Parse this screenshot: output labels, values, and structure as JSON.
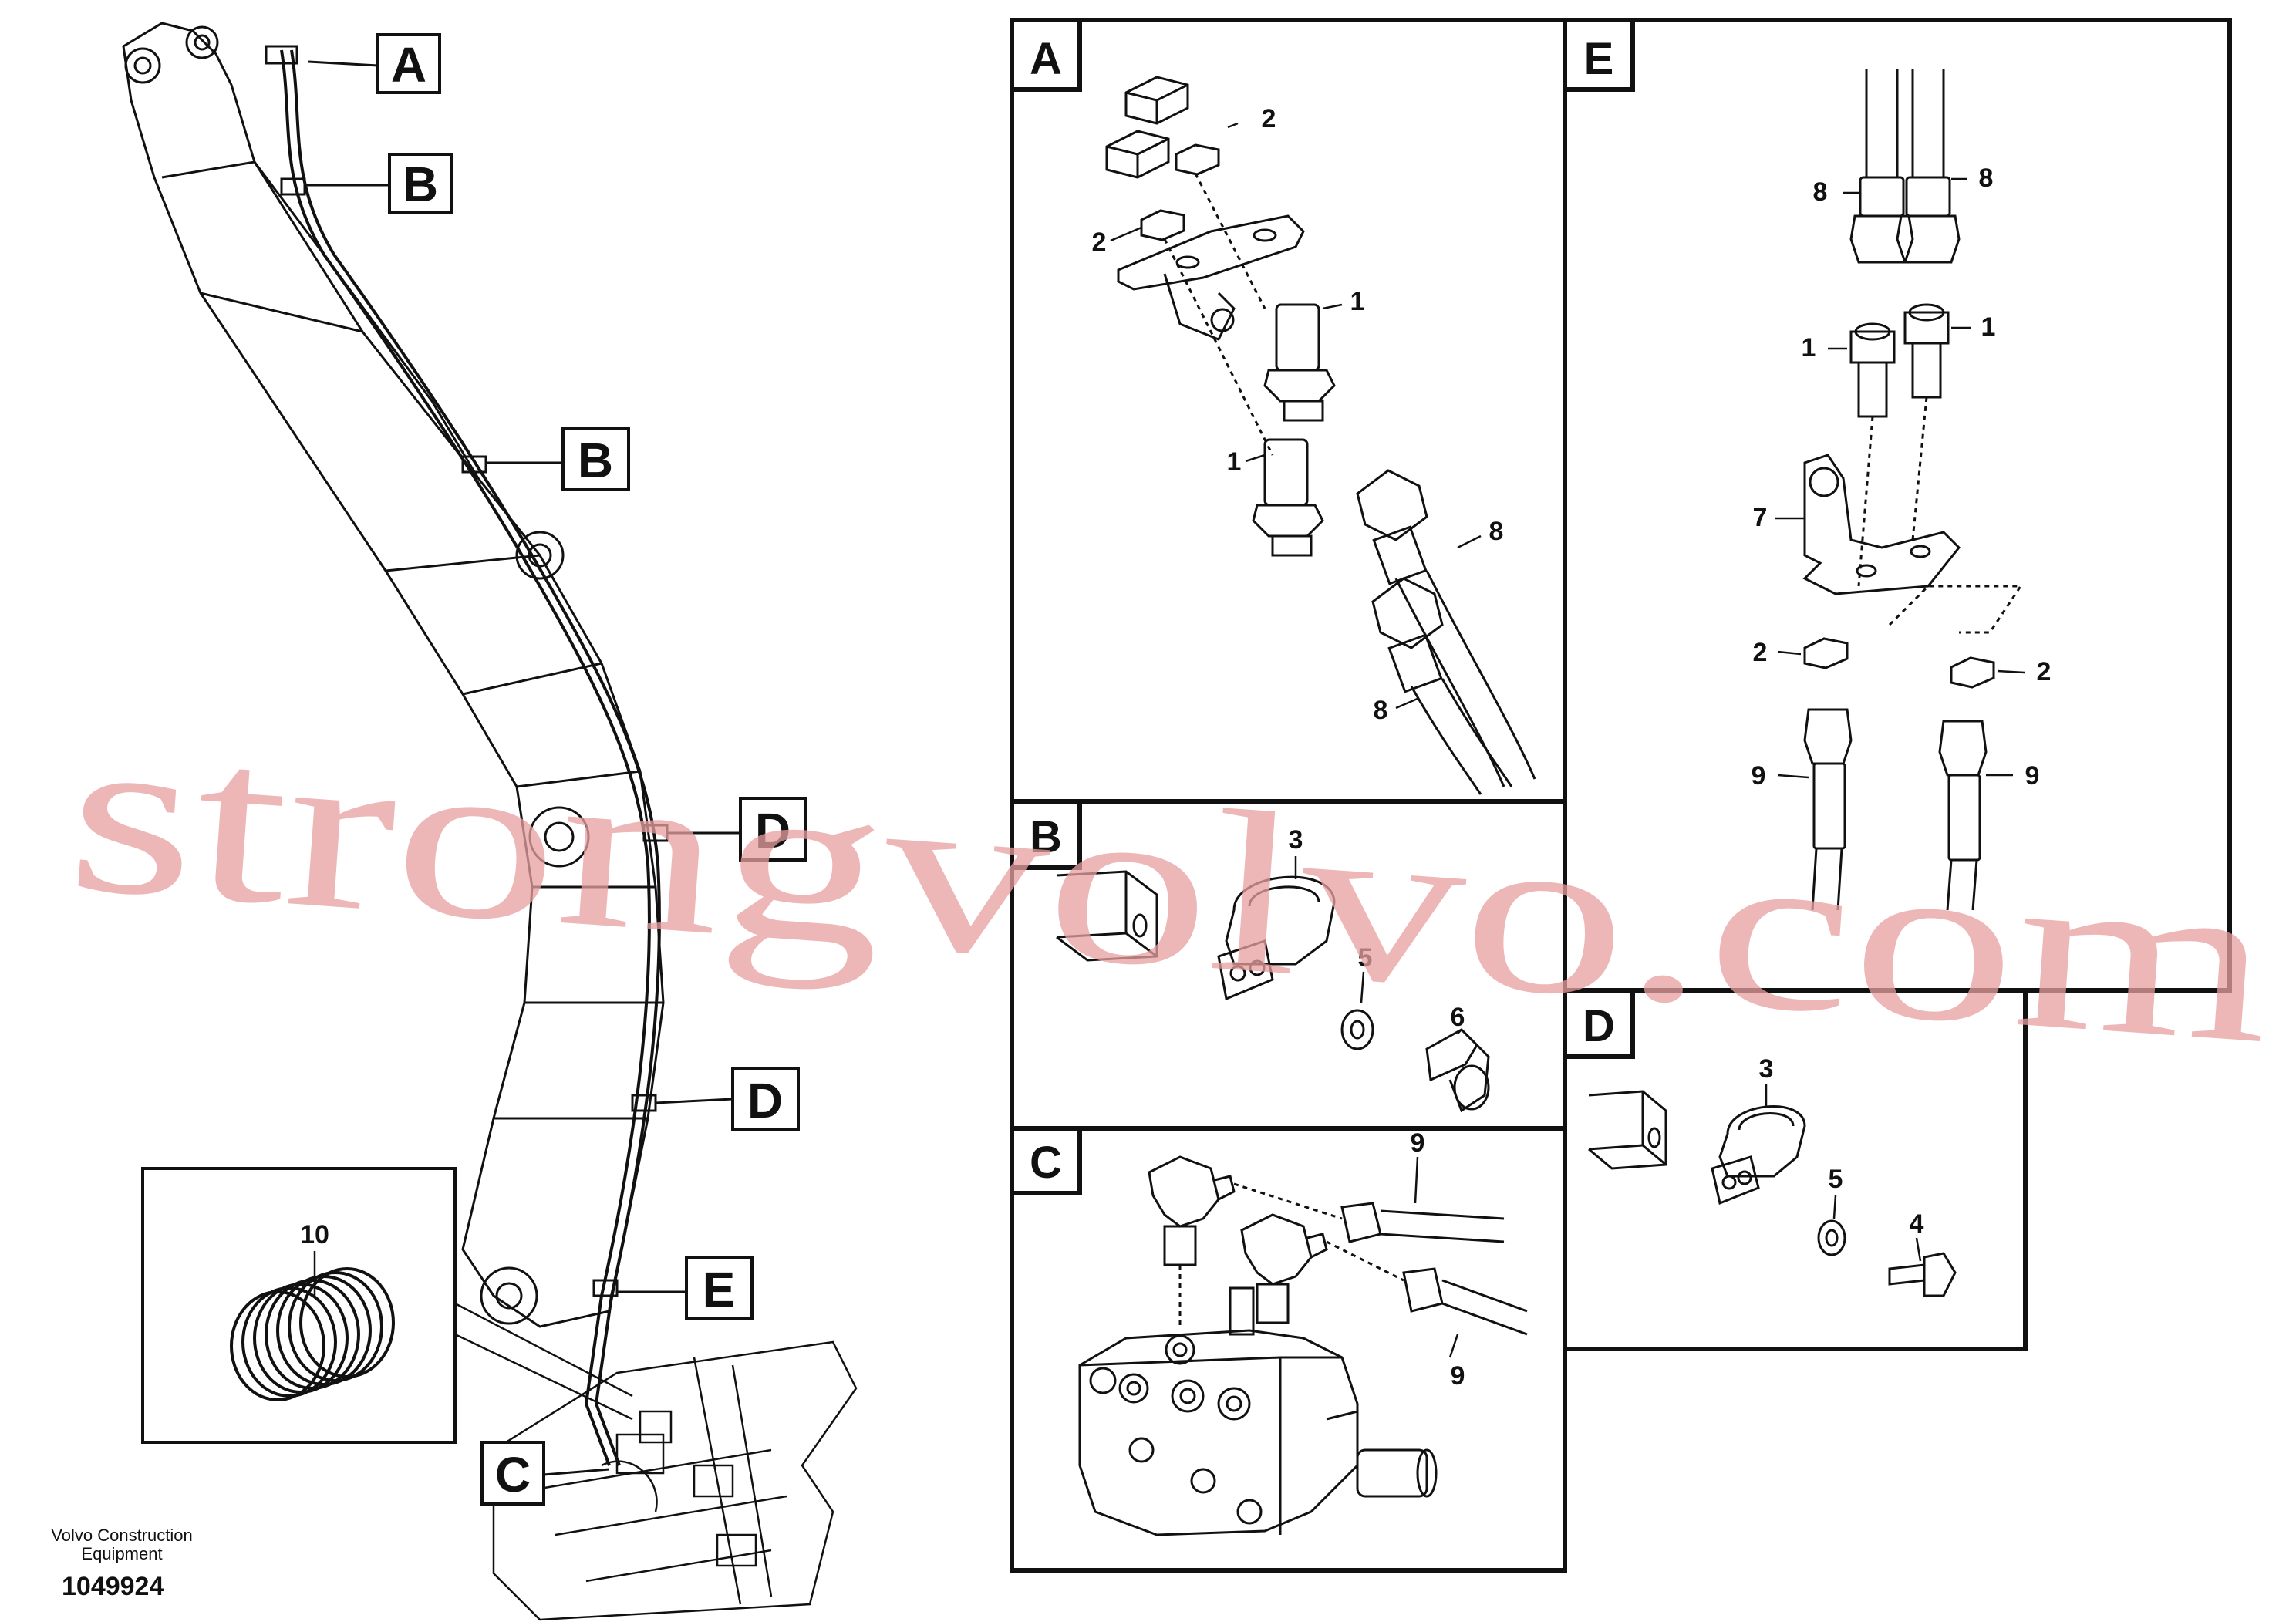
{
  "watermark": "strongvolvo.com",
  "footer": {
    "company_line1": "Volvo Construction",
    "company_line2": "Equipment",
    "ref_number": "1049924"
  },
  "boom_callouts": {
    "a": "A",
    "b1": "B",
    "b2": "B",
    "d1": "D",
    "d2": "D",
    "e": "E",
    "c": "C"
  },
  "inset_coil": {
    "label": "10"
  },
  "panels": {
    "a": {
      "tag": "A",
      "parts": {
        "p2a": "2",
        "p2b": "2",
        "p1a": "1",
        "p1b": "1",
        "p8a": "8",
        "p8b": "8"
      }
    },
    "e": {
      "tag": "E",
      "parts": {
        "p8a": "8",
        "p8b": "8",
        "p1a": "1",
        "p1b": "1",
        "p7": "7",
        "p2a": "2",
        "p2b": "2",
        "p9a": "9",
        "p9b": "9"
      }
    },
    "b": {
      "tag": "B",
      "parts": {
        "p3": "3",
        "p5": "5",
        "p6": "6"
      }
    },
    "d": {
      "tag": "D",
      "parts": {
        "p3": "3",
        "p5": "5",
        "p4": "4"
      }
    },
    "c": {
      "tag": "C",
      "parts": {
        "p9a": "9",
        "p9b": "9"
      }
    }
  }
}
